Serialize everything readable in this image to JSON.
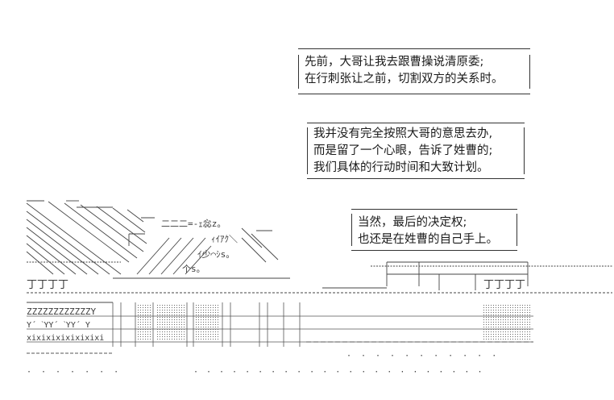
{
  "dialogue": {
    "box1": {
      "line1": "先前，大哥让我去跟曹操说清原委;",
      "line2": "在行刺张让之前，切割双方的关系时。"
    },
    "box2": {
      "line1": "我并没有完全按照大哥的意思去办,",
      "line2": "而是留了一个心眼，告诉了姓曹的;",
      "line3": "我们具体的行动时间和大致计划。"
    },
    "box3": {
      "line1": "当然，最后的决定权;",
      "line2": "也还是在姓曹的自己手上。"
    }
  },
  "scene_art": {
    "clouds": "二二二=-ｪ惢z。",
    "mountain_glyphs": "ｨｲｱｸ＼",
    "mountain_glyphs2": "ｲ少⌒ｼs。",
    "peak": "个s。",
    "wall_row": "丁丁丁丁",
    "ground_row": "ZZZZZZZZZZZZY",
    "ground_row2": "Y´ ˋYY´ ˋYY´ Y",
    "bottom_row": "xixixixixixixixi"
  }
}
